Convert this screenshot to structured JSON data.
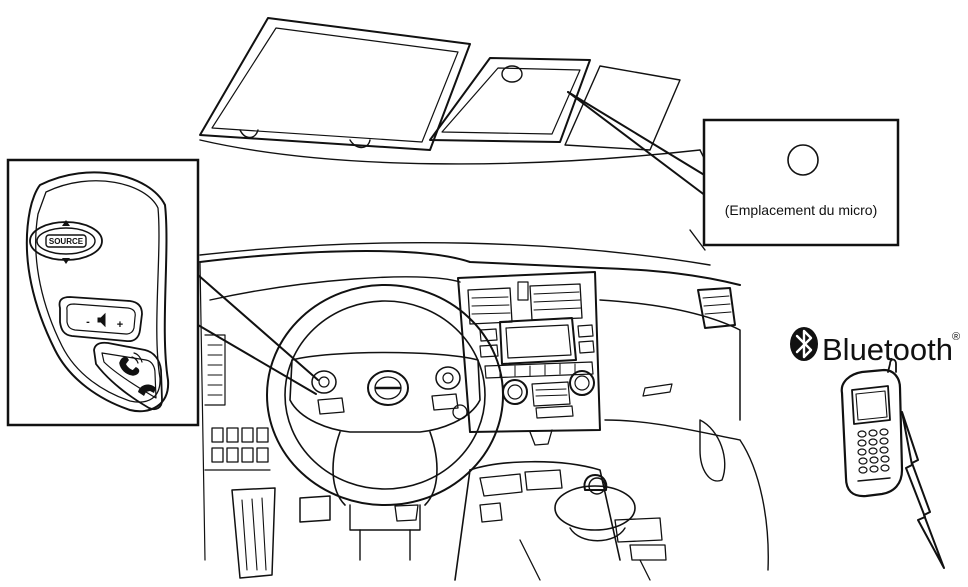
{
  "figure": {
    "callouts": {
      "switch_source": "SOURCE",
      "switch_minus": "-",
      "switch_plus": "+",
      "mic_location": "(Emplacement du micro)"
    },
    "bluetooth": {
      "label": "Bluetooth",
      "registered_mark": "®"
    },
    "colors": {
      "line": "#111111",
      "background": "#ffffff"
    },
    "icons": [
      "bluetooth-icon",
      "volume-icon",
      "phone-answer-icon",
      "phone-hangup-icon",
      "microphone-icon",
      "mobile-phone-icon",
      "lightning-signal-icon"
    ]
  }
}
